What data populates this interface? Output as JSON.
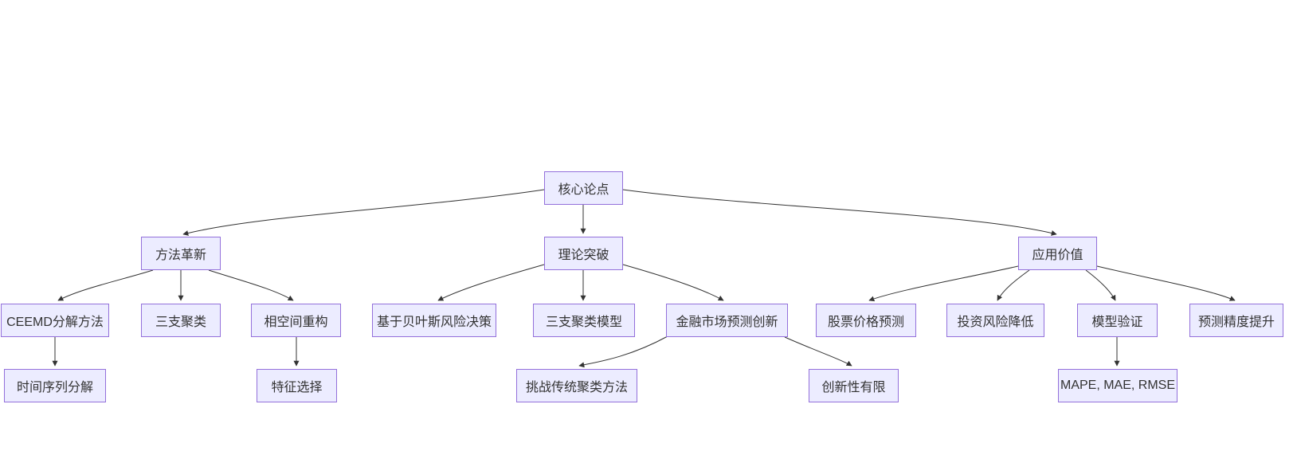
{
  "diagram": {
    "type": "flowchart",
    "direction": "top-down",
    "colors": {
      "background": "#ffffff",
      "node_fill": "#ECECFF",
      "node_border": "#9370DB",
      "node_text": "#333333",
      "edge": "#333333"
    },
    "nodes": {
      "root": {
        "label": "核心论点"
      },
      "method_innovation": {
        "label": "方法革新"
      },
      "theory_breakthrough": {
        "label": "理论突破"
      },
      "application_value": {
        "label": "应用价值"
      },
      "ceemd": {
        "label": "CEEMD分解方法"
      },
      "three_way_clustering": {
        "label": "三支聚类"
      },
      "phase_space": {
        "label": "相空间重构"
      },
      "bayesian_risk": {
        "label": "基于贝叶斯风险决策"
      },
      "twc_model": {
        "label": "三支聚类模型"
      },
      "fin_market_innovation": {
        "label": "金融市场预测创新"
      },
      "stock_prediction": {
        "label": "股票价格预测"
      },
      "risk_reduction": {
        "label": "投资风险降低"
      },
      "model_validation": {
        "label": "模型验证"
      },
      "accuracy_improvement": {
        "label": "预测精度提升"
      },
      "time_series_decomposition": {
        "label": "时间序列分解"
      },
      "feature_selection": {
        "label": "特征选择"
      },
      "challenge_traditional": {
        "label": "挑战传统聚类方法"
      },
      "limited_innovation": {
        "label": "创新性有限"
      },
      "metrics": {
        "label": "MAPE, MAE, RMSE"
      }
    },
    "edges": [
      {
        "from": "root",
        "to": "method_innovation"
      },
      {
        "from": "root",
        "to": "theory_breakthrough"
      },
      {
        "from": "root",
        "to": "application_value"
      },
      {
        "from": "method_innovation",
        "to": "ceemd"
      },
      {
        "from": "method_innovation",
        "to": "three_way_clustering"
      },
      {
        "from": "method_innovation",
        "to": "phase_space"
      },
      {
        "from": "theory_breakthrough",
        "to": "bayesian_risk"
      },
      {
        "from": "theory_breakthrough",
        "to": "twc_model"
      },
      {
        "from": "theory_breakthrough",
        "to": "fin_market_innovation"
      },
      {
        "from": "application_value",
        "to": "stock_prediction"
      },
      {
        "from": "application_value",
        "to": "risk_reduction"
      },
      {
        "from": "application_value",
        "to": "model_validation"
      },
      {
        "from": "application_value",
        "to": "accuracy_improvement"
      },
      {
        "from": "ceemd",
        "to": "time_series_decomposition"
      },
      {
        "from": "phase_space",
        "to": "feature_selection"
      },
      {
        "from": "fin_market_innovation",
        "to": "challenge_traditional"
      },
      {
        "from": "fin_market_innovation",
        "to": "limited_innovation"
      },
      {
        "from": "model_validation",
        "to": "metrics"
      }
    ]
  }
}
